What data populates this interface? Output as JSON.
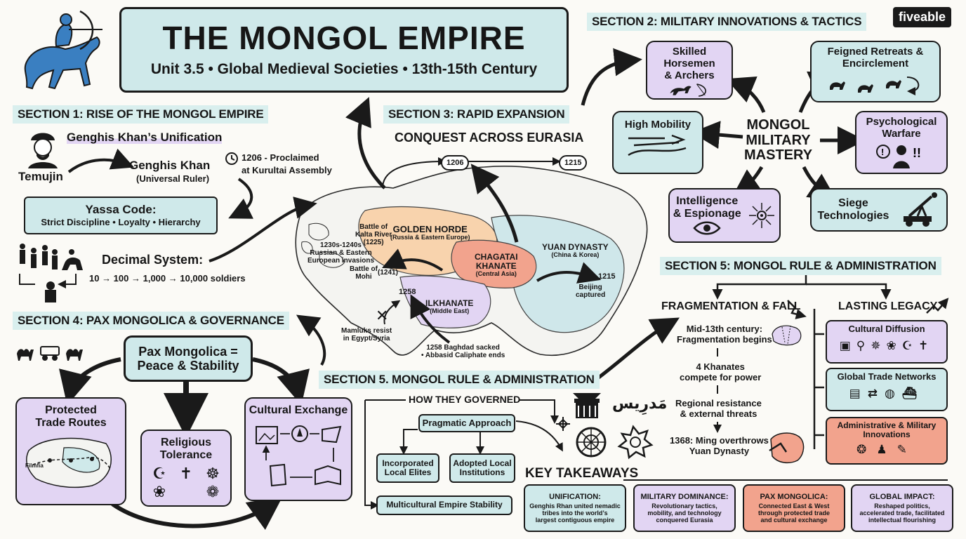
{
  "title": {
    "main": "THE MONGOL EMPIRE",
    "sub": "Unit 3.5 • Global Medieval Societies • 13th-15th Century"
  },
  "brand": "fiveable",
  "section1": {
    "heading": "SECTION 1: RISE OF THE MONGOL EMPIRE",
    "unification": "Genghis Khan’s Unification",
    "temujin": "Temujin",
    "genghis": "Genghis Khan",
    "genghis_sub": "(Universal Ruler)",
    "proclaimed_1": "1206 - Proclaimed",
    "proclaimed_2": "at Kurultai Assembly",
    "yassa_title": "Yassa Code:",
    "yassa_sub": "Strict Discipline • Loyalty • Hierarchy",
    "decimal_title": "Decimal System:",
    "decimal_sub": "10 → 100 → 1,000 → 10,000 soldiers"
  },
  "section2": {
    "heading": "SECTION 2: MILITARY INNOVATIONS & TACTICS",
    "center_1": "MONGOL",
    "center_2": "MILITARY",
    "center_3": "MASTERY",
    "horsemen_1": "Skilled Horsemen",
    "horsemen_2": "& Archers",
    "feigned_1": "Feigned Retreats &",
    "feigned_2": "Encirclement",
    "mobility": "High Mobility",
    "psych_1": "Psychological",
    "psych_2": "Warfare",
    "intel_1": "Intelligence",
    "intel_2": "& Espionage",
    "siege_1": "Siege",
    "siege_2": "Technologies"
  },
  "section3": {
    "heading": "SECTION 3: RAPID EXPANSION",
    "conquest": "CONQUEST ACROSS EURASIA",
    "year_start": "1206",
    "year_end": "1215",
    "golden_1": "GOLDEN HORDE",
    "golden_2": "(Russia & Eastern Europe)",
    "chagatai_1": "CHAGATAI",
    "chagatai_2": "KHANATE",
    "chagatai_3": "(Central Asia)",
    "yuan_1": "YUAN DYNASTY",
    "yuan_2": "(China & Korea)",
    "ilkhanate_1": "ILKHANATE",
    "ilkhanate_2": "(Middle East)",
    "kalka_1": "Battle of",
    "kalka_2": "Kalta River",
    "kalka_3": "(1225)",
    "invasions_1": "1230s-1240s",
    "invasions_2": "Russian & Eastern",
    "invasions_3": "European invasions",
    "mohi_1": "Battle of",
    "mohi_2": "Mohi",
    "mohi_3": "(1241)",
    "y1258": "1258",
    "y1215": "1215",
    "beijing_1": "Beijing",
    "beijing_2": "captured",
    "mamluks_1": "Mamluks resist",
    "mamluks_2": "in Egypt/Syria",
    "baghdad_1": "1258 Baghdad sacked",
    "baghdad_2": "• Abbasid Caliphate ends"
  },
  "section4": {
    "heading": "SECTION 4: PAX MONGOLICA & GOVERNANCE",
    "pax_1": "Pax Mongolica =",
    "pax_2": "Peace & Stability",
    "trade_1": "Protected",
    "trade_2": "Trade Routes",
    "map_label": "Filmfia",
    "religious_1": "Religious",
    "religious_2": "Tolerance",
    "cultural": "Cultural Exchange"
  },
  "section5a": {
    "heading": "SECTION 5. MONGOL RULE & ADMINISTRATION",
    "how": "HOW THEY GOVERNED",
    "pragmatic": "Pragmatic Approach",
    "elites_1": "Incorporated",
    "elites_2": "Local Elites",
    "institutions_1": "Adopted Local",
    "institutions_2": "Institutions",
    "multicultural": "Multicultural Empire Stability",
    "script": "مَدرِيس"
  },
  "section5b": {
    "heading": "SECTION 5: MONGOL RULE & ADMINISTRATION",
    "fall": "FRAGMENTATION & FALL",
    "legacy": "LASTING LEGACY",
    "frag_1": "Mid-13th century:",
    "frag_2": "Fragmentation begins",
    "khanates_1": "4 Khanates",
    "khanates_2": "compete for power",
    "regional_1": "Regional resistance",
    "regional_2": "& external threats",
    "ming_1": "1368: Ming overthrows",
    "ming_2": "Yuan Dynasty",
    "diffusion": "Cultural Diffusion",
    "networks": "Global Trade Networks",
    "admin_1": "Administrative & Military",
    "admin_2": "Innovations"
  },
  "takeaways": {
    "heading": "KEY TAKEAWAYS",
    "cards": [
      {
        "title": "UNIFICATION:",
        "l1": "Genghis Rhan united nemadic",
        "l2": "tribes into the world’s",
        "l3": "largest contiguous empire"
      },
      {
        "title": "MILITARY DOMINANCE:",
        "l1": "Revolutionary tactics,",
        "l2": "mobility, and technology",
        "l3": "conquered Eurasia"
      },
      {
        "title": "PAX MONGOLICA:",
        "l1": "Connected East & West",
        "l2": "through protected trade",
        "l3": "and cultural exchange"
      },
      {
        "title": "GLOBAL IMPACT:",
        "l1": "Reshaped politics,",
        "l2": "accelerated trade, facilitated",
        "l3": "intellectual flourishing"
      }
    ]
  },
  "colors": {
    "teal": "#cfe9ea",
    "purple": "#e2d5f3",
    "salmon": "#f2a38d",
    "ink": "#1a1a1a"
  }
}
